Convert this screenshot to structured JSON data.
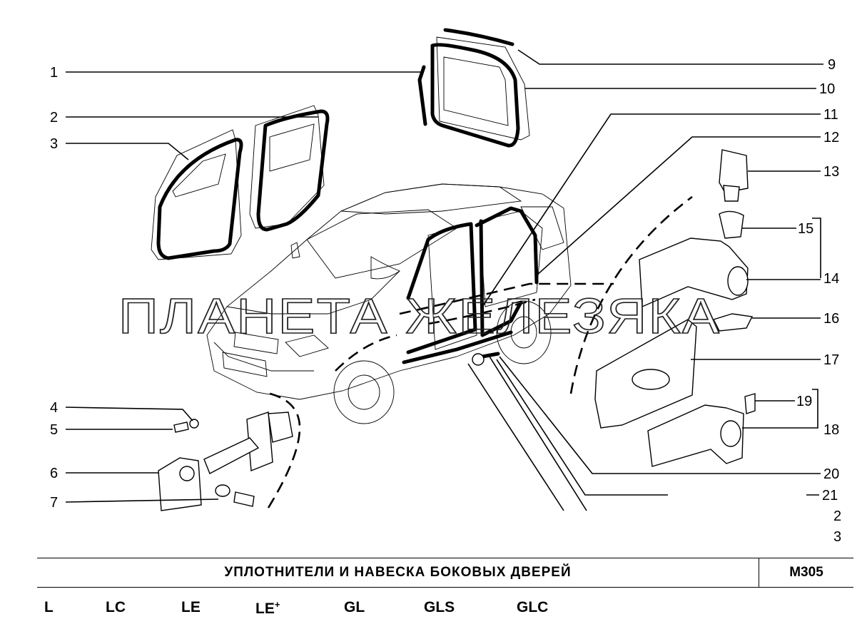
{
  "callouts": {
    "c1": "1",
    "c2": "2",
    "c3": "3",
    "c4": "4",
    "c5": "5",
    "c6": "6",
    "c7": "7",
    "c9": "9",
    "c10": "10",
    "c11": "11",
    "c12": "12",
    "c13": "13",
    "c14": "14",
    "c15": "15",
    "c16": "16",
    "c17": "17",
    "c18": "18",
    "c19": "19",
    "c20": "20",
    "c21": "21",
    "c22": "2",
    "c23": "3"
  },
  "watermark": "ПЛАНЕТА ЖЕЛЕЗЯКА",
  "footer": {
    "title": "УПЛОТНИТЕЛИ И НАВЕСКА БОКОВЫХ ДВЕРЕЙ",
    "code": "М305"
  },
  "trims": {
    "t1": "L",
    "t2": "LC",
    "t3": "LE",
    "t4": "LE",
    "t4_mark": "+",
    "t5": "GL",
    "t6": "GLS",
    "t7": "GLC"
  }
}
